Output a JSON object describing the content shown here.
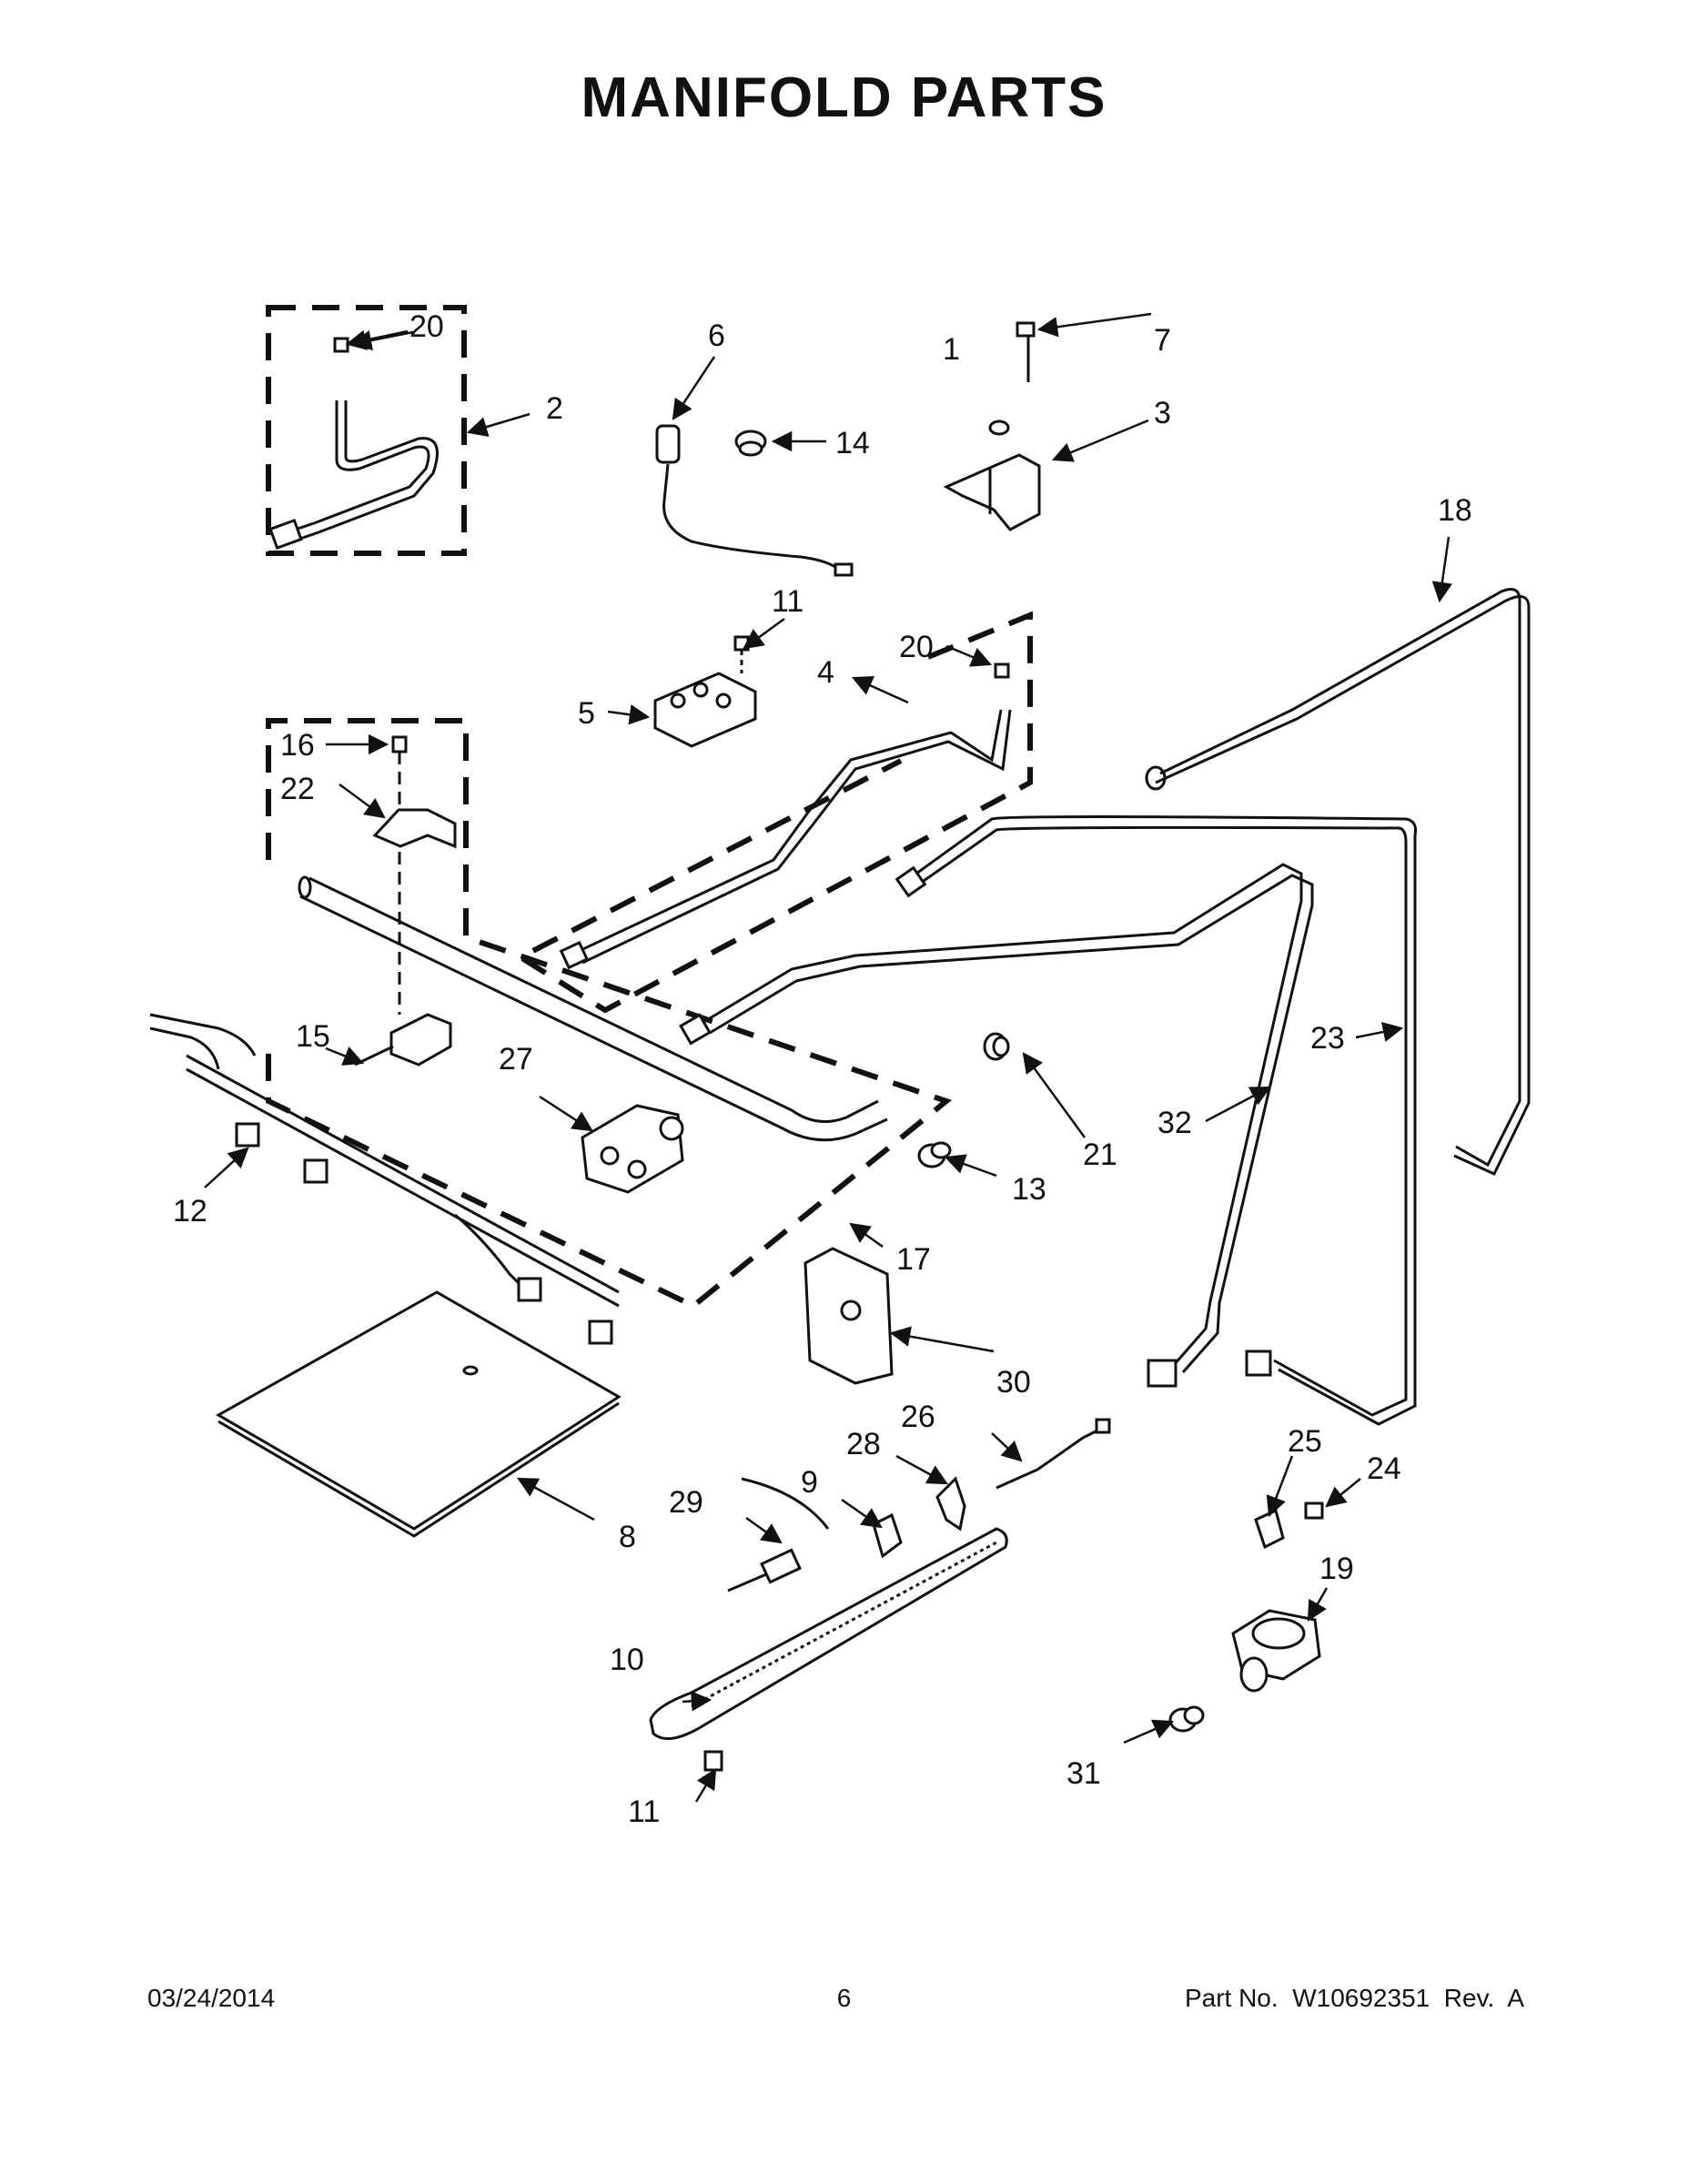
{
  "title": "MANIFOLD PARTS",
  "footer": {
    "date": "03/24/2014",
    "page": "6",
    "part_label": "Part No.",
    "part_number": "W10692351",
    "rev_label": "Rev.",
    "rev": "A"
  },
  "callouts": {
    "c1": "1",
    "c2": "2",
    "c3": "3",
    "c4": "4",
    "c5": "5",
    "c6": "6",
    "c7": "7",
    "c8": "8",
    "c9": "9",
    "c10": "10",
    "c11a": "11",
    "c11b": "11",
    "c12": "12",
    "c13": "13",
    "c14": "14",
    "c15": "15",
    "c16": "16",
    "c17": "17",
    "c18": "18",
    "c19": "19",
    "c20a": "20",
    "c20b": "20",
    "c21": "21",
    "c22": "22",
    "c23": "23",
    "c24": "24",
    "c25": "25",
    "c26": "26",
    "c27": "27",
    "c28": "28",
    "c29": "29",
    "c30": "30",
    "c31": "31",
    "c32": "32"
  }
}
